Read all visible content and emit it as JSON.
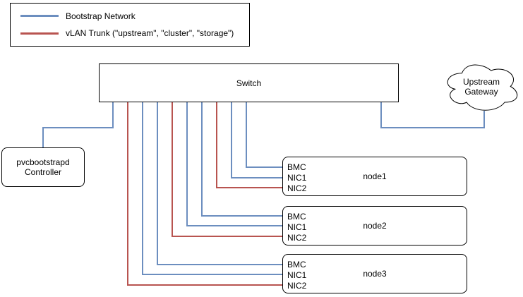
{
  "colors": {
    "bootstrap": "#6c8ebf",
    "vlan": "#b85450"
  },
  "legend": {
    "items": [
      {
        "label": "Bootstrap Network",
        "color": "#6c8ebf"
      },
      {
        "label": "vLAN Trunk (\"upstream\", \"cluster\", \"storage\")",
        "color": "#b85450"
      }
    ]
  },
  "switch": {
    "label": "Switch"
  },
  "gateway": {
    "label": "Upstream Gateway"
  },
  "controller": {
    "label": "pvcbootstrapd Controller"
  },
  "nodes": [
    {
      "name": "node1",
      "ports": [
        "BMC",
        "NIC1",
        "NIC2"
      ]
    },
    {
      "name": "node2",
      "ports": [
        "BMC",
        "NIC1",
        "NIC2"
      ]
    },
    {
      "name": "node3",
      "ports": [
        "BMC",
        "NIC1",
        "NIC2"
      ]
    }
  ]
}
